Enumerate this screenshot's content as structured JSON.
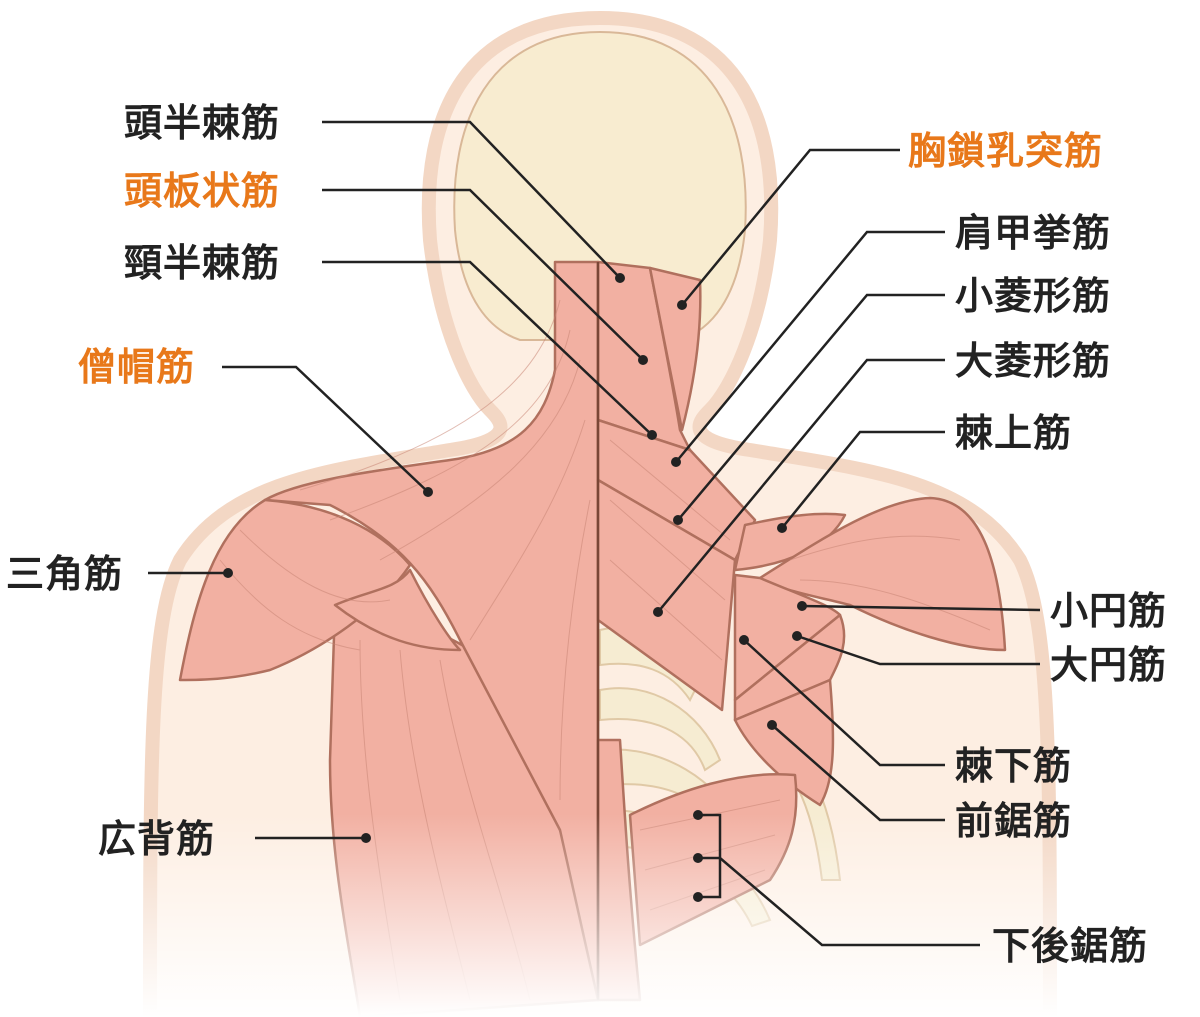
{
  "colors": {
    "muscle_fill": "#f2b0a2",
    "muscle_stroke": "#b0705e",
    "skin_fill": "#fdeee2",
    "skin_outline": "#f3d7c4",
    "head_fill": "#f8ecd0",
    "head_stroke": "#d9b898",
    "bone_fill": "#f6ecd2",
    "leader_line": "#222222",
    "label_default": "#222222",
    "label_highlight": "#e8781a"
  },
  "labels": {
    "semispinalis_capitis": "頭半棘筋",
    "splenius_capitis": "頭板状筋",
    "semispinalis_cervicis": "頸半棘筋",
    "trapezius": "僧帽筋",
    "deltoid": "三角筋",
    "latissimus_dorsi": "広背筋",
    "sternocleidomastoid": "胸鎖乳突筋",
    "levator_scapulae": "肩甲挙筋",
    "rhomboid_minor": "小菱形筋",
    "rhomboid_major": "大菱形筋",
    "supraspinatus": "棘上筋",
    "teres_minor": "小円筋",
    "teres_major": "大円筋",
    "infraspinatus": "棘下筋",
    "serratus_anterior": "前鋸筋",
    "serratus_posterior_inferior": "下後鋸筋"
  }
}
